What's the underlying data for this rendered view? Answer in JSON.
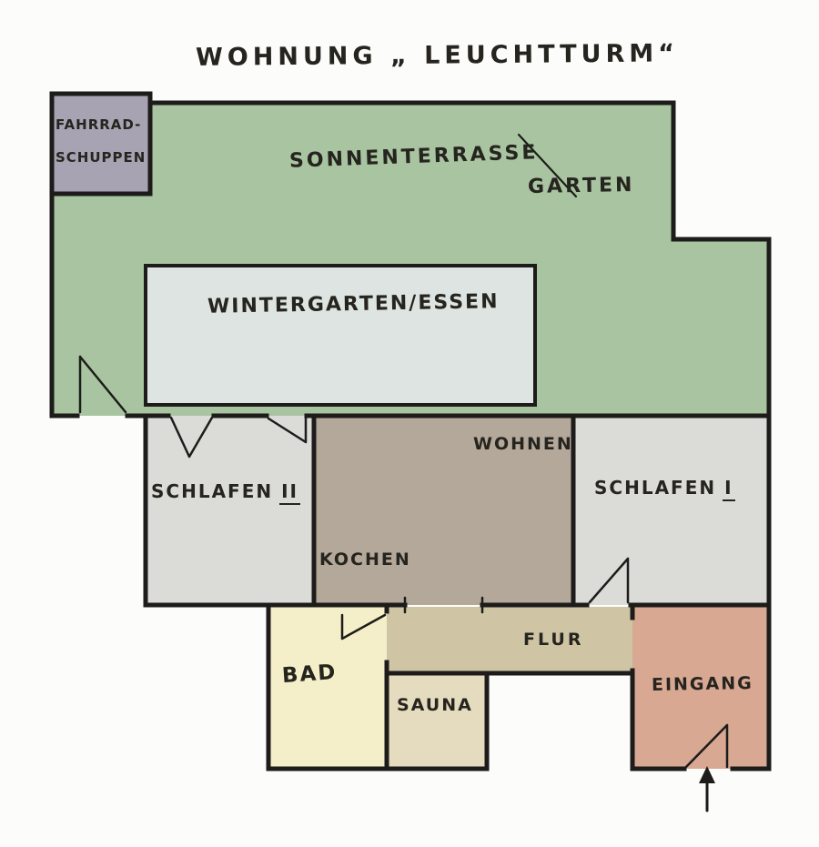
{
  "title": "WOHNUNG „ LEUCHTTURM“",
  "rooms": {
    "fahrrad_schuppen": {
      "line1": "FAHRRAD-",
      "line2": "SCHUPPEN",
      "color": "#a7a3b2"
    },
    "sonnenterrasse_garten": {
      "label_terrasse": "SONNENTERRASSE",
      "label_garten": "GARTEN",
      "color": "#a9c4a1"
    },
    "wintergarten_essen": {
      "label": "WINTERGARTEN/ESSEN",
      "color": "#dde4e1"
    },
    "schlafen_2": {
      "label": "SCHLAFEN",
      "numeral": "II",
      "color": "#dbdbd8"
    },
    "wohnen_kochen": {
      "label_wohnen": "WOHNEN",
      "label_kochen": "KOCHEN",
      "color": "#b3a89a"
    },
    "schlafen_1": {
      "label": "SCHLAFEN",
      "numeral": "I",
      "color": "#dbdbd8"
    },
    "bad": {
      "label": "BAD",
      "color": "#f4eec9"
    },
    "sauna": {
      "label": "SAUNA",
      "color": "#e5dbbe"
    },
    "flur": {
      "label": "FLUR",
      "color": "#cfc5a5"
    },
    "eingang": {
      "label": "EINGANG",
      "color": "#d8a893"
    }
  },
  "colors": {
    "wall": "#1d1c1a",
    "ink": "#26241e",
    "paper": "#fcfcfa"
  }
}
